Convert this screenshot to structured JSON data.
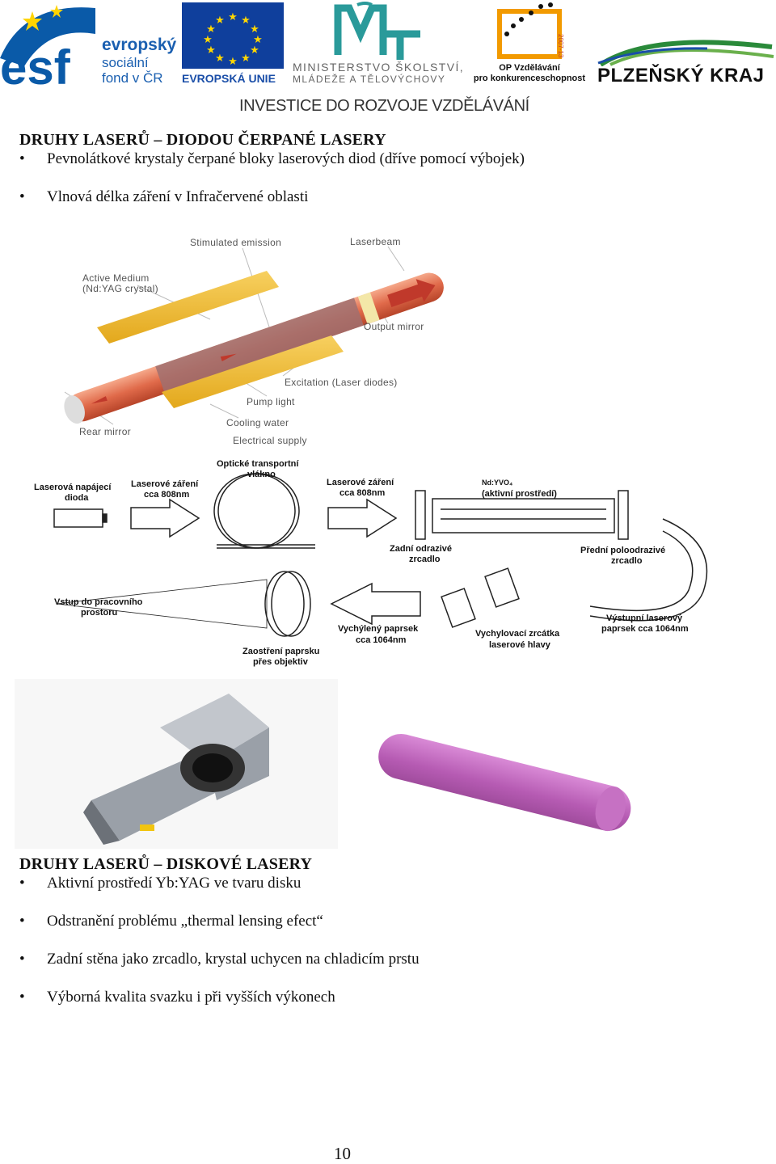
{
  "header": {
    "esf": {
      "line1": "evropský",
      "line2": "sociální",
      "line3": "fond v ČR"
    },
    "eu": {
      "label": "EVROPSKÁ UNIE"
    },
    "msmt": {
      "line1": "MINISTERSTVO ŠKOLSTVÍ,",
      "line2": "MLÁDEŽE A TĚLOVÝCHOVY"
    },
    "op": {
      "line1": "OP Vzdělávání",
      "line2": "pro konkurenceschopnost"
    },
    "kraj": {
      "label": "PLZEŇSKÝ KRAJ"
    },
    "tagline": "INVESTICE DO ROZVOJE VZDĚLÁVÁNÍ"
  },
  "section1": {
    "heading": "DRUHY LASERŮ – DIODOU ČERPANÉ LASERY",
    "bullets": [
      "Pevnolátkové krystaly čerpané bloky laserových diod (dříve pomocí výbojek)",
      "Vlnová délka záření v Infračervené oblasti"
    ]
  },
  "diagram1": {
    "stimulated": "Stimulated emission",
    "laserbeam": "Laserbeam",
    "active1": "Active Medium",
    "active2": "(Nd:YAG crystal)",
    "output": "Output mirror",
    "excitation": "Excitation (Laser diodes)",
    "pump": "Pump light",
    "rear": "Rear mirror",
    "cooling": "Cooling water",
    "electrical": "Electrical supply"
  },
  "diagram2": {
    "dioda1": "Laserová napájecí",
    "dioda2": "dioda",
    "zar1a": "Laserové záření",
    "zar1b": "cca 808nm",
    "vlakno1": "Optické transportní",
    "vlakno2": "vlákno",
    "zar2a": "Laserové záření",
    "zar2b": "cca 808nm",
    "nd1": "Nd:YVO₄",
    "nd2": "(aktivní prostředí)",
    "zadni1": "Zadní odrazivé",
    "zadni2": "zrcadlo",
    "predni1": "Přední poloodrazivé",
    "predni2": "zrcadlo",
    "vstup1": "Vstup do pracovního",
    "vstup2": "prostoru",
    "vych1": "Vychýlený paprsek",
    "vych2": "cca 1064nm",
    "zrc1": "Vychylovací zrcátka",
    "zrc2": "laserové hlavy",
    "vyst1": "Výstupní laserový",
    "vyst2": "paprsek cca 1064nm",
    "zaost1": "Zaostření paprsku",
    "zaost2": "přes objektiv"
  },
  "section2": {
    "heading": "DRUHY LASERŮ – DISKOVÉ LASERY",
    "bullets": [
      "Aktivní prostředí Yb:YAG ve tvaru disku",
      "Odstranění problému „thermal lensing efect“",
      "Zadní stěna jako zrcadlo, krystal uchycen na chladicím prstu",
      "Výborná kvalita svazku i při vyšších výkonech"
    ]
  },
  "page_number": "10"
}
